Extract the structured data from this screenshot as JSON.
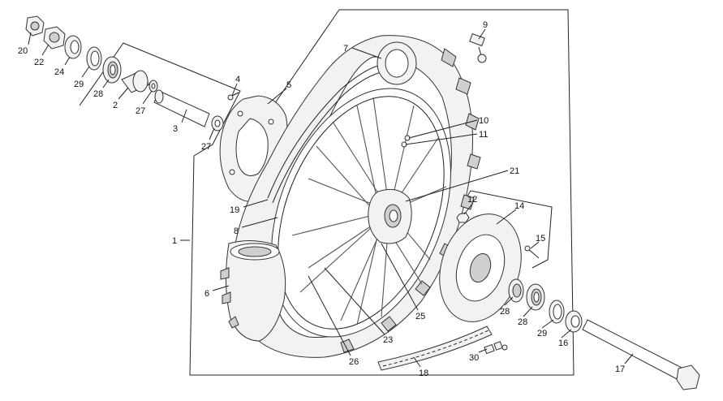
{
  "callouts": [
    {
      "id": "c20",
      "text": "20"
    },
    {
      "id": "c22",
      "text": "22"
    },
    {
      "id": "c24",
      "text": "24"
    },
    {
      "id": "c29a",
      "text": "29"
    },
    {
      "id": "c28a",
      "text": "28"
    },
    {
      "id": "c2",
      "text": "2"
    },
    {
      "id": "c27a",
      "text": "27"
    },
    {
      "id": "c3",
      "text": "3"
    },
    {
      "id": "c27b",
      "text": "27"
    },
    {
      "id": "c4",
      "text": "4"
    },
    {
      "id": "c5",
      "text": "5"
    },
    {
      "id": "c7",
      "text": "7"
    },
    {
      "id": "c9",
      "text": "9"
    },
    {
      "id": "c10",
      "text": "10"
    },
    {
      "id": "c11",
      "text": "11"
    },
    {
      "id": "c21",
      "text": "21"
    },
    {
      "id": "c19",
      "text": "19"
    },
    {
      "id": "c8",
      "text": "8"
    },
    {
      "id": "c1",
      "text": "1"
    },
    {
      "id": "c6",
      "text": "6"
    },
    {
      "id": "c12",
      "text": "12"
    },
    {
      "id": "c14",
      "text": "14"
    },
    {
      "id": "c15",
      "text": "15"
    },
    {
      "id": "c28b",
      "text": "28"
    },
    {
      "id": "c28c",
      "text": "28"
    },
    {
      "id": "c29b",
      "text": "29"
    },
    {
      "id": "c16",
      "text": "16"
    },
    {
      "id": "c17",
      "text": "17"
    },
    {
      "id": "c25",
      "text": "25"
    },
    {
      "id": "c23",
      "text": "23"
    },
    {
      "id": "c26",
      "text": "26"
    },
    {
      "id": "c18",
      "text": "18"
    },
    {
      "id": "c30",
      "text": "30"
    }
  ]
}
